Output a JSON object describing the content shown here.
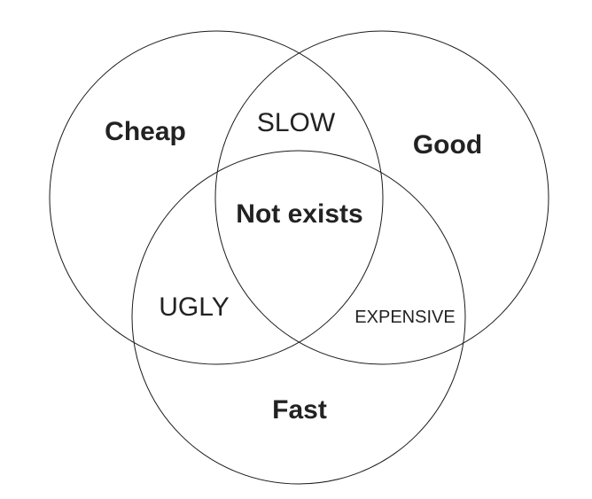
{
  "sets": {
    "cheap": "Cheap",
    "good": "Good",
    "fast": "Fast"
  },
  "overlaps": {
    "cheap_good": "SLOW",
    "cheap_fast": "UGLY",
    "good_fast": "EXPENSIVE",
    "all": "Not exists"
  }
}
